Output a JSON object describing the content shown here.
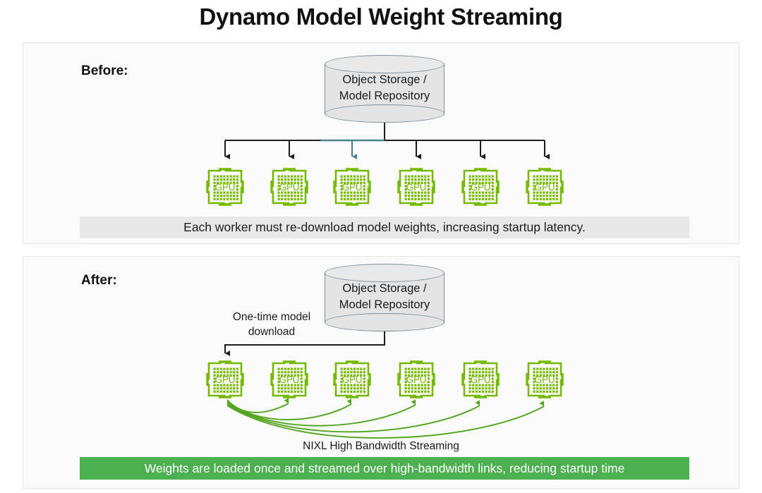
{
  "title": "Dynamo Model Weight Streaming",
  "colors": {
    "nvidia_green": "#76b900",
    "banner_green": "#4caf50",
    "arc_green": "#52a51f",
    "highlight_blue": "#4a8296",
    "arrow_black": "#1c1c1c",
    "cylinder_fill": "#e4e4e4",
    "cylinder_stroke": "#7f8f99",
    "panel_bg": "#fafafa",
    "caption_grey": "#e8e8e8"
  },
  "before": {
    "stage_label": "Before:",
    "storage": {
      "line1": "Object Storage /",
      "line2": "Model Repository"
    },
    "gpus": [
      {
        "label": "GPU"
      },
      {
        "label": "GPU"
      },
      {
        "label": "GPU"
      },
      {
        "label": "GPU"
      },
      {
        "label": "GPU"
      },
      {
        "label": "GPU"
      }
    ],
    "arrow_count": 6,
    "highlighted_arrow_index": 3,
    "caption": "Each worker must re-download model weights, increasing startup latency."
  },
  "after": {
    "stage_label": "After:",
    "storage": {
      "line1": "Object Storage /",
      "line2": "Model Repository"
    },
    "download_note": {
      "line1": "One-time model",
      "line2": "download"
    },
    "gpus": [
      {
        "label": "GPU"
      },
      {
        "label": "GPU"
      },
      {
        "label": "GPU"
      },
      {
        "label": "GPU"
      },
      {
        "label": "GPU"
      },
      {
        "label": "GPU"
      }
    ],
    "stream_label": "NIXL High Bandwidth Streaming",
    "stream_arc_count": 5,
    "caption": "Weights are loaded once and streamed over high-bandwidth links, reducing startup time"
  }
}
